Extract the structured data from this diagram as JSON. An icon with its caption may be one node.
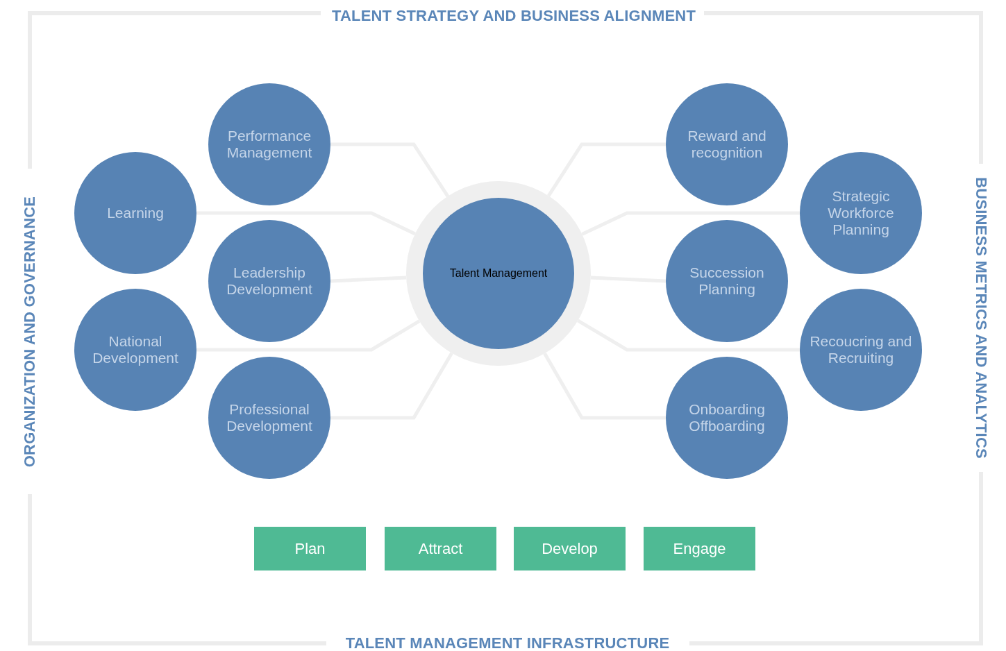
{
  "diagram": {
    "nodes": [
      {
        "text": [
          "Performance Management"
        ]
      },
      {
        "text": [
          "Learning"
        ]
      },
      {
        "text": [
          "Leadership Development"
        ]
      },
      {
        "text": [
          "National Development"
        ]
      },
      {
        "text": [
          "Professional Development"
        ]
      },
      {
        "text": [
          "Talent Management"
        ]
      },
      {
        "text": [
          "Reward and recognition"
        ]
      },
      {
        "text": [
          "Strategic Workforce Planning"
        ]
      },
      {
        "text": [
          "Succession Planning"
        ]
      },
      {
        "text": [
          "Recoucring and Recruiting"
        ]
      },
      {
        "text": [
          "Onboarding Offboarding"
        ]
      },
      {
        "text": [
          "Plan"
        ]
      },
      {
        "text": [
          "Attract"
        ]
      },
      {
        "text": [
          "Develop"
        ]
      },
      {
        "text": [
          "Engage"
        ]
      }
    ],
    "edges": [
      {
        "from": 5,
        "to": 0,
        "arrow": "none"
      },
      {
        "from": 5,
        "to": 1,
        "arrow": "none"
      },
      {
        "from": 5,
        "to": 2,
        "arrow": "none"
      },
      {
        "from": 5,
        "to": 3,
        "arrow": "none"
      },
      {
        "from": 5,
        "to": 4,
        "arrow": "none"
      },
      {
        "from": 5,
        "to": 6,
        "arrow": "none"
      },
      {
        "from": 5,
        "to": 7,
        "arrow": "none"
      },
      {
        "from": 5,
        "to": 8,
        "arrow": "none"
      },
      {
        "from": 5,
        "to": 9,
        "arrow": "none"
      },
      {
        "from": 5,
        "to": 10,
        "arrow": "none"
      }
    ],
    "labels": [
      "TALENT STRATEGY AND BUSINESS ALIGNMENT",
      "ORGANIZATION AND GOVERNANCE",
      "BUSINESS METRICS AND ANALYTICS",
      "TALENT MANAGEMENT INFRASTRUCTURE"
    ]
  }
}
